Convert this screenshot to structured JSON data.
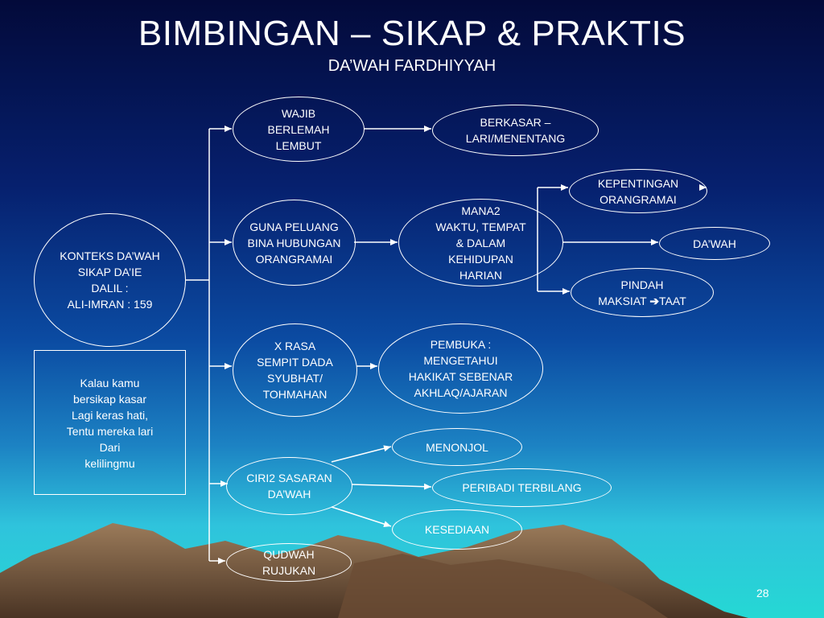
{
  "slide": {
    "title": "BIMBINGAN – SIKAP & PRAKTIS",
    "subtitle": "DA’WAH FARDHIYYAH",
    "page_number": "28"
  },
  "nodes": {
    "konteks": "KONTEKS DA’WAH\nSIKAP DA’IE\nDALIL :\nALI-IMRAN : 159",
    "wajib": "WAJIB\nBERLEMAH\nLEMBUT",
    "berkasar": "BERKASAR –\nLARI/MENENTANG",
    "guna": "GUNA PELUANG\nBINA HUBUNGAN\nORANGRAMAI",
    "mana2": "MANA2\nWAKTU, TEMPAT\n& DALAM\nKEHIDUPAN\nHARIAN",
    "kepentingan": "KEPENTINGAN\nORANGRAMAI",
    "dawah": "DA’WAH",
    "pindah_a": "PINDAH\nMAKSIAT ",
    "pindah_b": "TAAT",
    "xrasa": "X RASA\nSEMPIT DADA\nSYUBHAT/\nTOHMAHAN",
    "pembuka": "PEMBUKA :\nMENGETAHUI\nHAKIKAT SEBENAR\nAKHLAQ/AJARAN",
    "ciri2": "CIRI2 SASARAN\nDA’WAH",
    "menonjol": "MENONJOL",
    "peribadi": "PERIBADI TERBILANG",
    "kesediaan": "KESEDIAAN",
    "qudwah": "QUDWAH\nRUJUKAN"
  },
  "quote_box": "Kalau kamu\nbersikap kasar\nLagi keras hati,\nTentu mereka lari\nDari\nkelilingmu",
  "colors": {
    "sky_top": "#030a3a",
    "sky_mid": "#0b4ba2",
    "sky_bottom": "#25d8d4",
    "mountain": "#8a6a4e",
    "line": "#ffffff"
  }
}
